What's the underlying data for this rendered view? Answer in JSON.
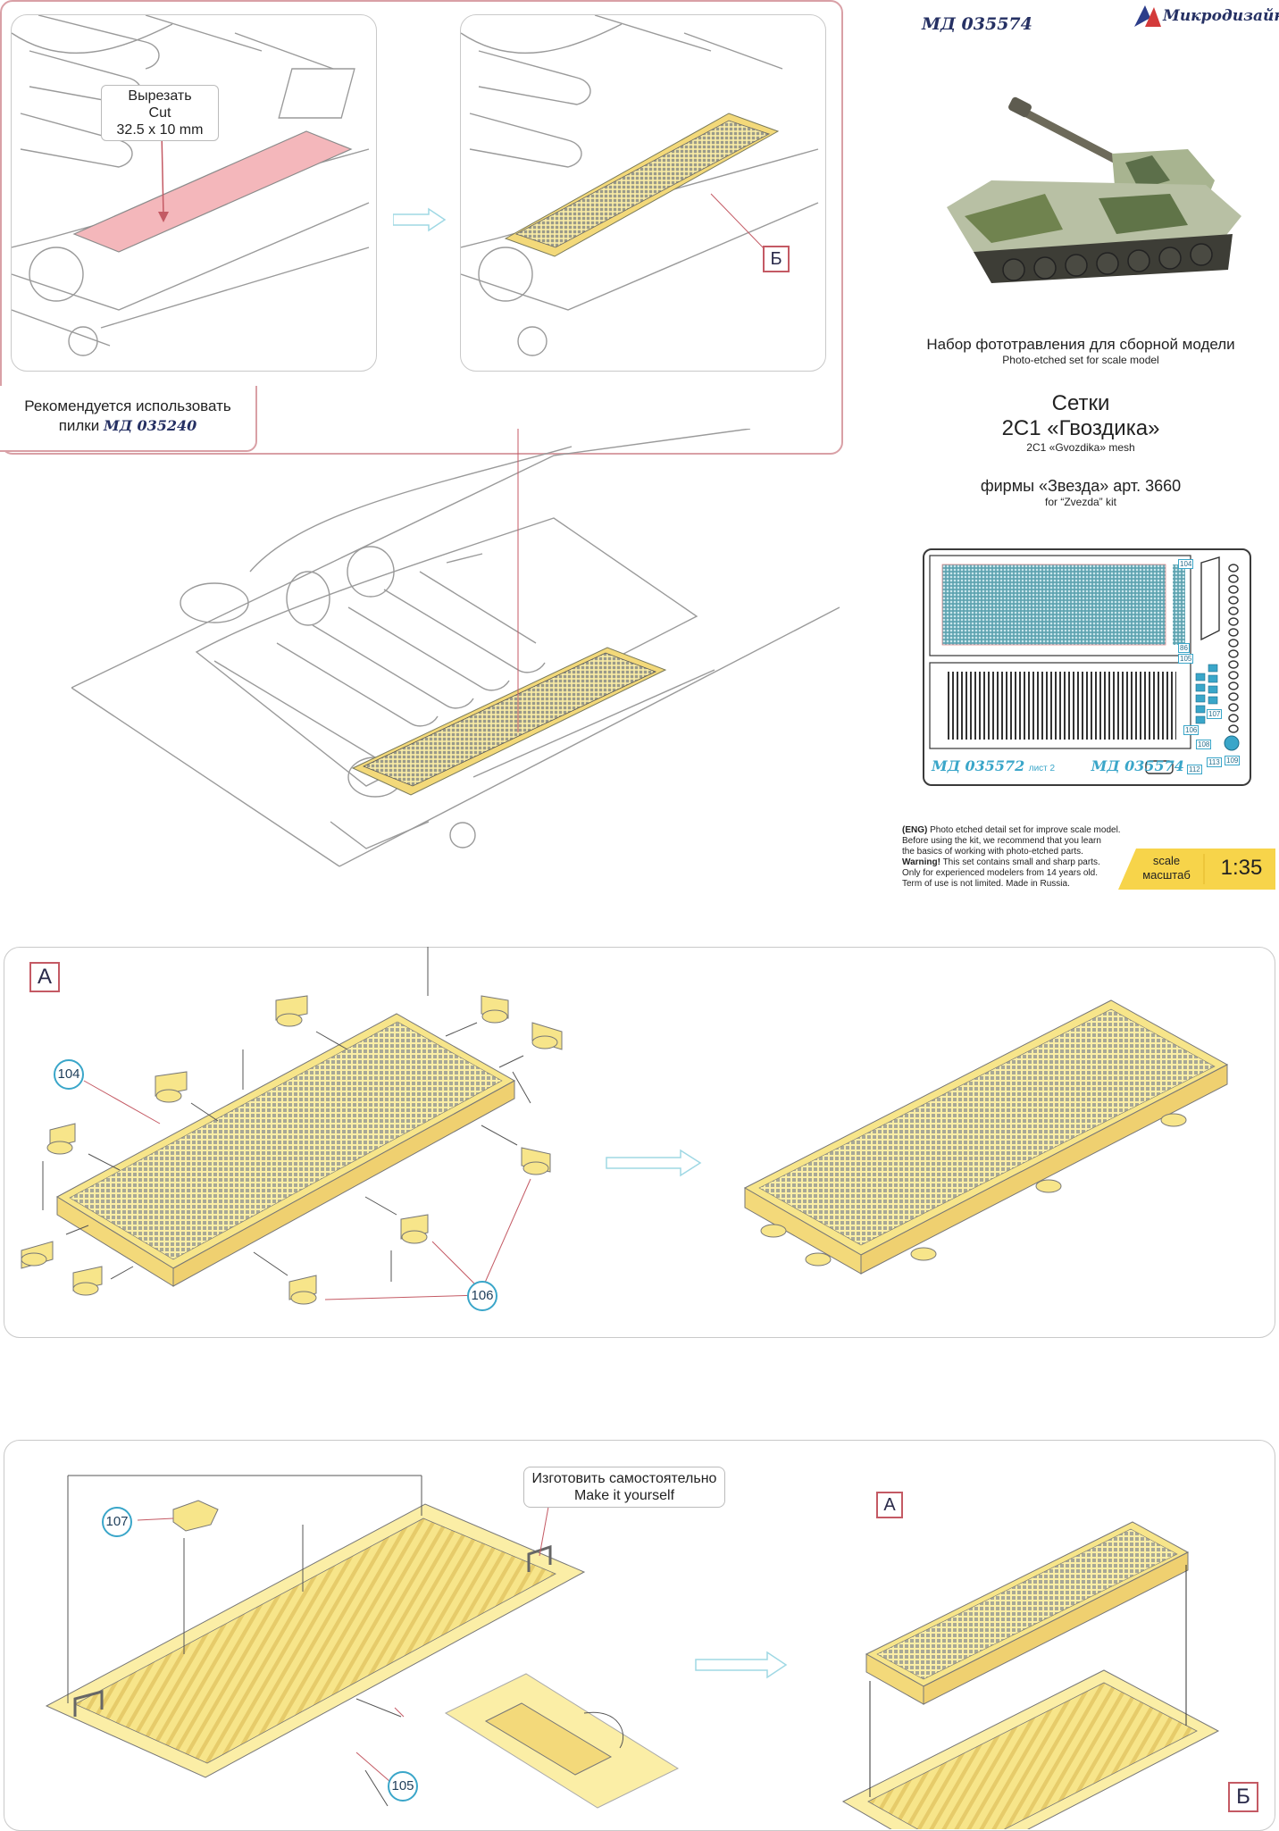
{
  "header": {
    "code": "МД 035574",
    "brand": "Микродизайн",
    "subtitle_ru": "Набор фототравления для сборной модели",
    "subtitle_en": "Photo-etched set for scale model",
    "title_ru_line1": "Сетки",
    "title_ru_line2": "2С1 «Гвоздика»",
    "title_en": "2С1 «Gvozdika» mesh",
    "kit_ru": "фирмы «Звезда» арт. 3660",
    "kit_en": "for “Zvezda” kit"
  },
  "fret": {
    "code_left": "МД 035572",
    "sheet": "лист 2",
    "code_right": "МД 035574",
    "part_numbers": [
      "104",
      "86",
      "105",
      "106",
      "107",
      "108",
      "109",
      "112",
      "113"
    ]
  },
  "warning": {
    "line1_bold": "(ENG)",
    "line1": " Photo etched detail set for improve scale model.",
    "line2": "Before using the kit, we recommend that you learn",
    "line3": "the basics of working with photo-etched parts.",
    "line4_bold": "Warning!",
    "line4": " This set contains small and sharp parts.",
    "line5": "Only for experienced modelers from 14 years old.",
    "line6": "Term of use is not limited. Made in Russia."
  },
  "scale": {
    "label_en": "scale",
    "label_ru": "масштаб",
    "value": "1:35"
  },
  "step1": {
    "cut_ru": "Вырезать",
    "cut_en": "Cut",
    "cut_size": "32.5 x 10 mm",
    "callout_b": "Б"
  },
  "recommend": {
    "line1": "Рекомендуется использовать",
    "line2_prefix": "пилки",
    "line2_code": "МД 035240"
  },
  "stepA": {
    "letter": "А",
    "part_mesh": "104",
    "part_brackets": "106"
  },
  "stepB": {
    "make_ru": "Изготовить самостоятельно",
    "make_en": "Make it yourself",
    "part_hex": "107",
    "part_louver": "105",
    "letter_a": "А",
    "letter_b": "Б"
  },
  "colors": {
    "part_yellow": "#fbeea6",
    "mesh": "#b9b9a0",
    "accent_cyan": "#3aa6c9",
    "accent_red": "#c45a64",
    "cut_pink": "#f4b7bb",
    "scale_yellow": "#f7d44a"
  }
}
